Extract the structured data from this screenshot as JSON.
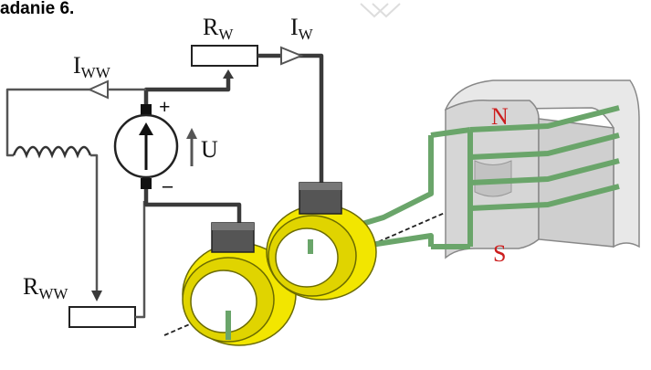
{
  "heading_fragment": "adanie 6.",
  "labels": {
    "rw_main": "R",
    "rw_sub": "W",
    "iw_main": "I",
    "iw_sub": "W",
    "iww_main": "I",
    "iww_sub": "WW",
    "rww_main": "R",
    "rww_sub": "WW",
    "voltage": "U",
    "plus": "+",
    "minus": "–",
    "north": "N",
    "south": "S"
  },
  "colors": {
    "wire": "#3a3a3a",
    "ring_yellow": "#f2e600",
    "winding_green": "#6aa56a",
    "pole_text_red": "#cc1e1e",
    "brush_gray": "#555555",
    "magnet_gray": "#dcdcdc"
  }
}
